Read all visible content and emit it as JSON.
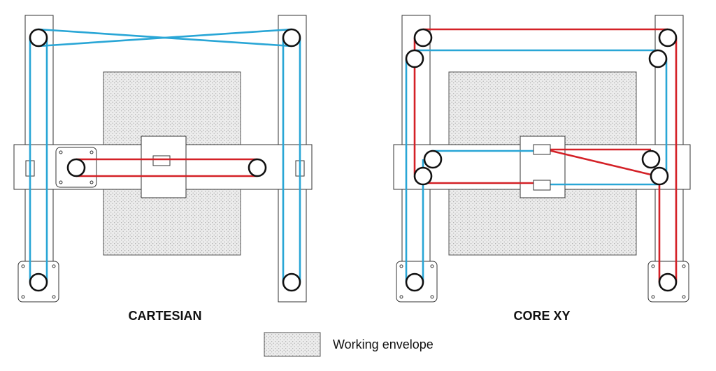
{
  "colors": {
    "belt_a": "#29a6d6",
    "belt_b": "#d42127",
    "frame_stroke": "#333333",
    "envelope_fill": "#e6e6e6"
  },
  "diagrams": {
    "cartesian": {
      "caption": "CARTESIAN"
    },
    "corexy": {
      "caption": "CORE XY"
    }
  },
  "legend": {
    "label": "Working envelope"
  }
}
